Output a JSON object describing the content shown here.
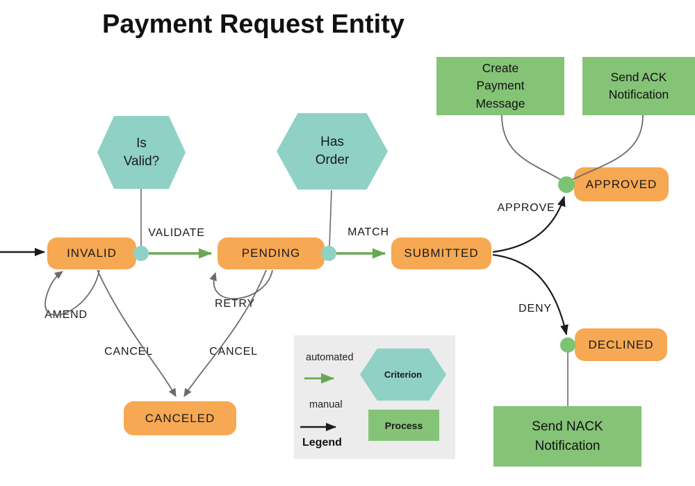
{
  "title": "Payment Request Entity",
  "colors": {
    "state_fill": "#F6A853",
    "criterion_fill": "#8FD1C5",
    "process_fill": "#85C377",
    "automated_arrow": "#68A851",
    "manual_arrow": "#1C1C1C",
    "connector_gray": "#6B6B6B",
    "junction_green": "#7CC474",
    "legend_bg": "#ECECEC",
    "text": "#1A1A1A"
  },
  "states": {
    "invalid": {
      "label": "INVALID"
    },
    "pending": {
      "label": "PENDING"
    },
    "submitted": {
      "label": "SUBMITTED"
    },
    "canceled": {
      "label": "CANCELED"
    },
    "approved": {
      "label": "APPROVED"
    },
    "declined": {
      "label": "DECLINED"
    }
  },
  "criteria": {
    "is_valid": {
      "label": "Is\nValid?"
    },
    "has_order": {
      "label": "Has\nOrder"
    }
  },
  "processes": {
    "create_payment_message": {
      "label": "Create\nPayment\nMessage"
    },
    "send_ack_notification": {
      "label": "Send ACK\nNotification"
    },
    "send_nack_notification": {
      "label": "Send NACK\nNotification"
    }
  },
  "transitions": {
    "validate": "VALIDATE",
    "match": "MATCH",
    "approve": "APPROVE",
    "deny": "DENY",
    "amend": "AMEND",
    "retry": "RETRY",
    "cancel_from_invalid": "CANCEL",
    "cancel_from_pending": "CANCEL"
  },
  "legend": {
    "title": "Legend",
    "automated_label": "automated",
    "manual_label": "manual",
    "criterion_label": "Criterion",
    "process_label": "Process"
  }
}
